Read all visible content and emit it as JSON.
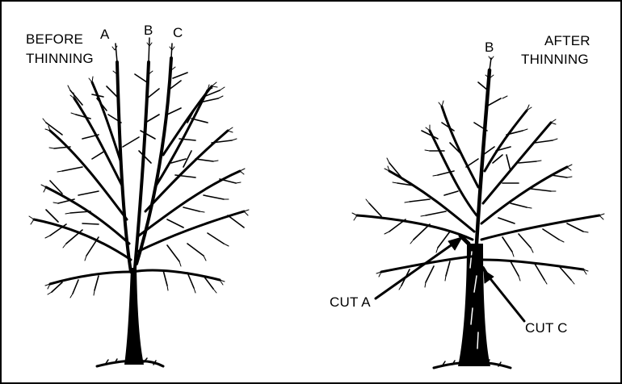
{
  "before": {
    "title_line1": "BEFORE",
    "title_line2": "THINNING",
    "leader_a": "A",
    "leader_b": "B",
    "leader_c": "C"
  },
  "after": {
    "title_line1": "AFTER",
    "title_line2": "THINNING",
    "leader_b": "B",
    "cut_a": "CUT A",
    "cut_c": "CUT C"
  },
  "colors": {
    "ink": "#000000",
    "background": "#ffffff"
  }
}
